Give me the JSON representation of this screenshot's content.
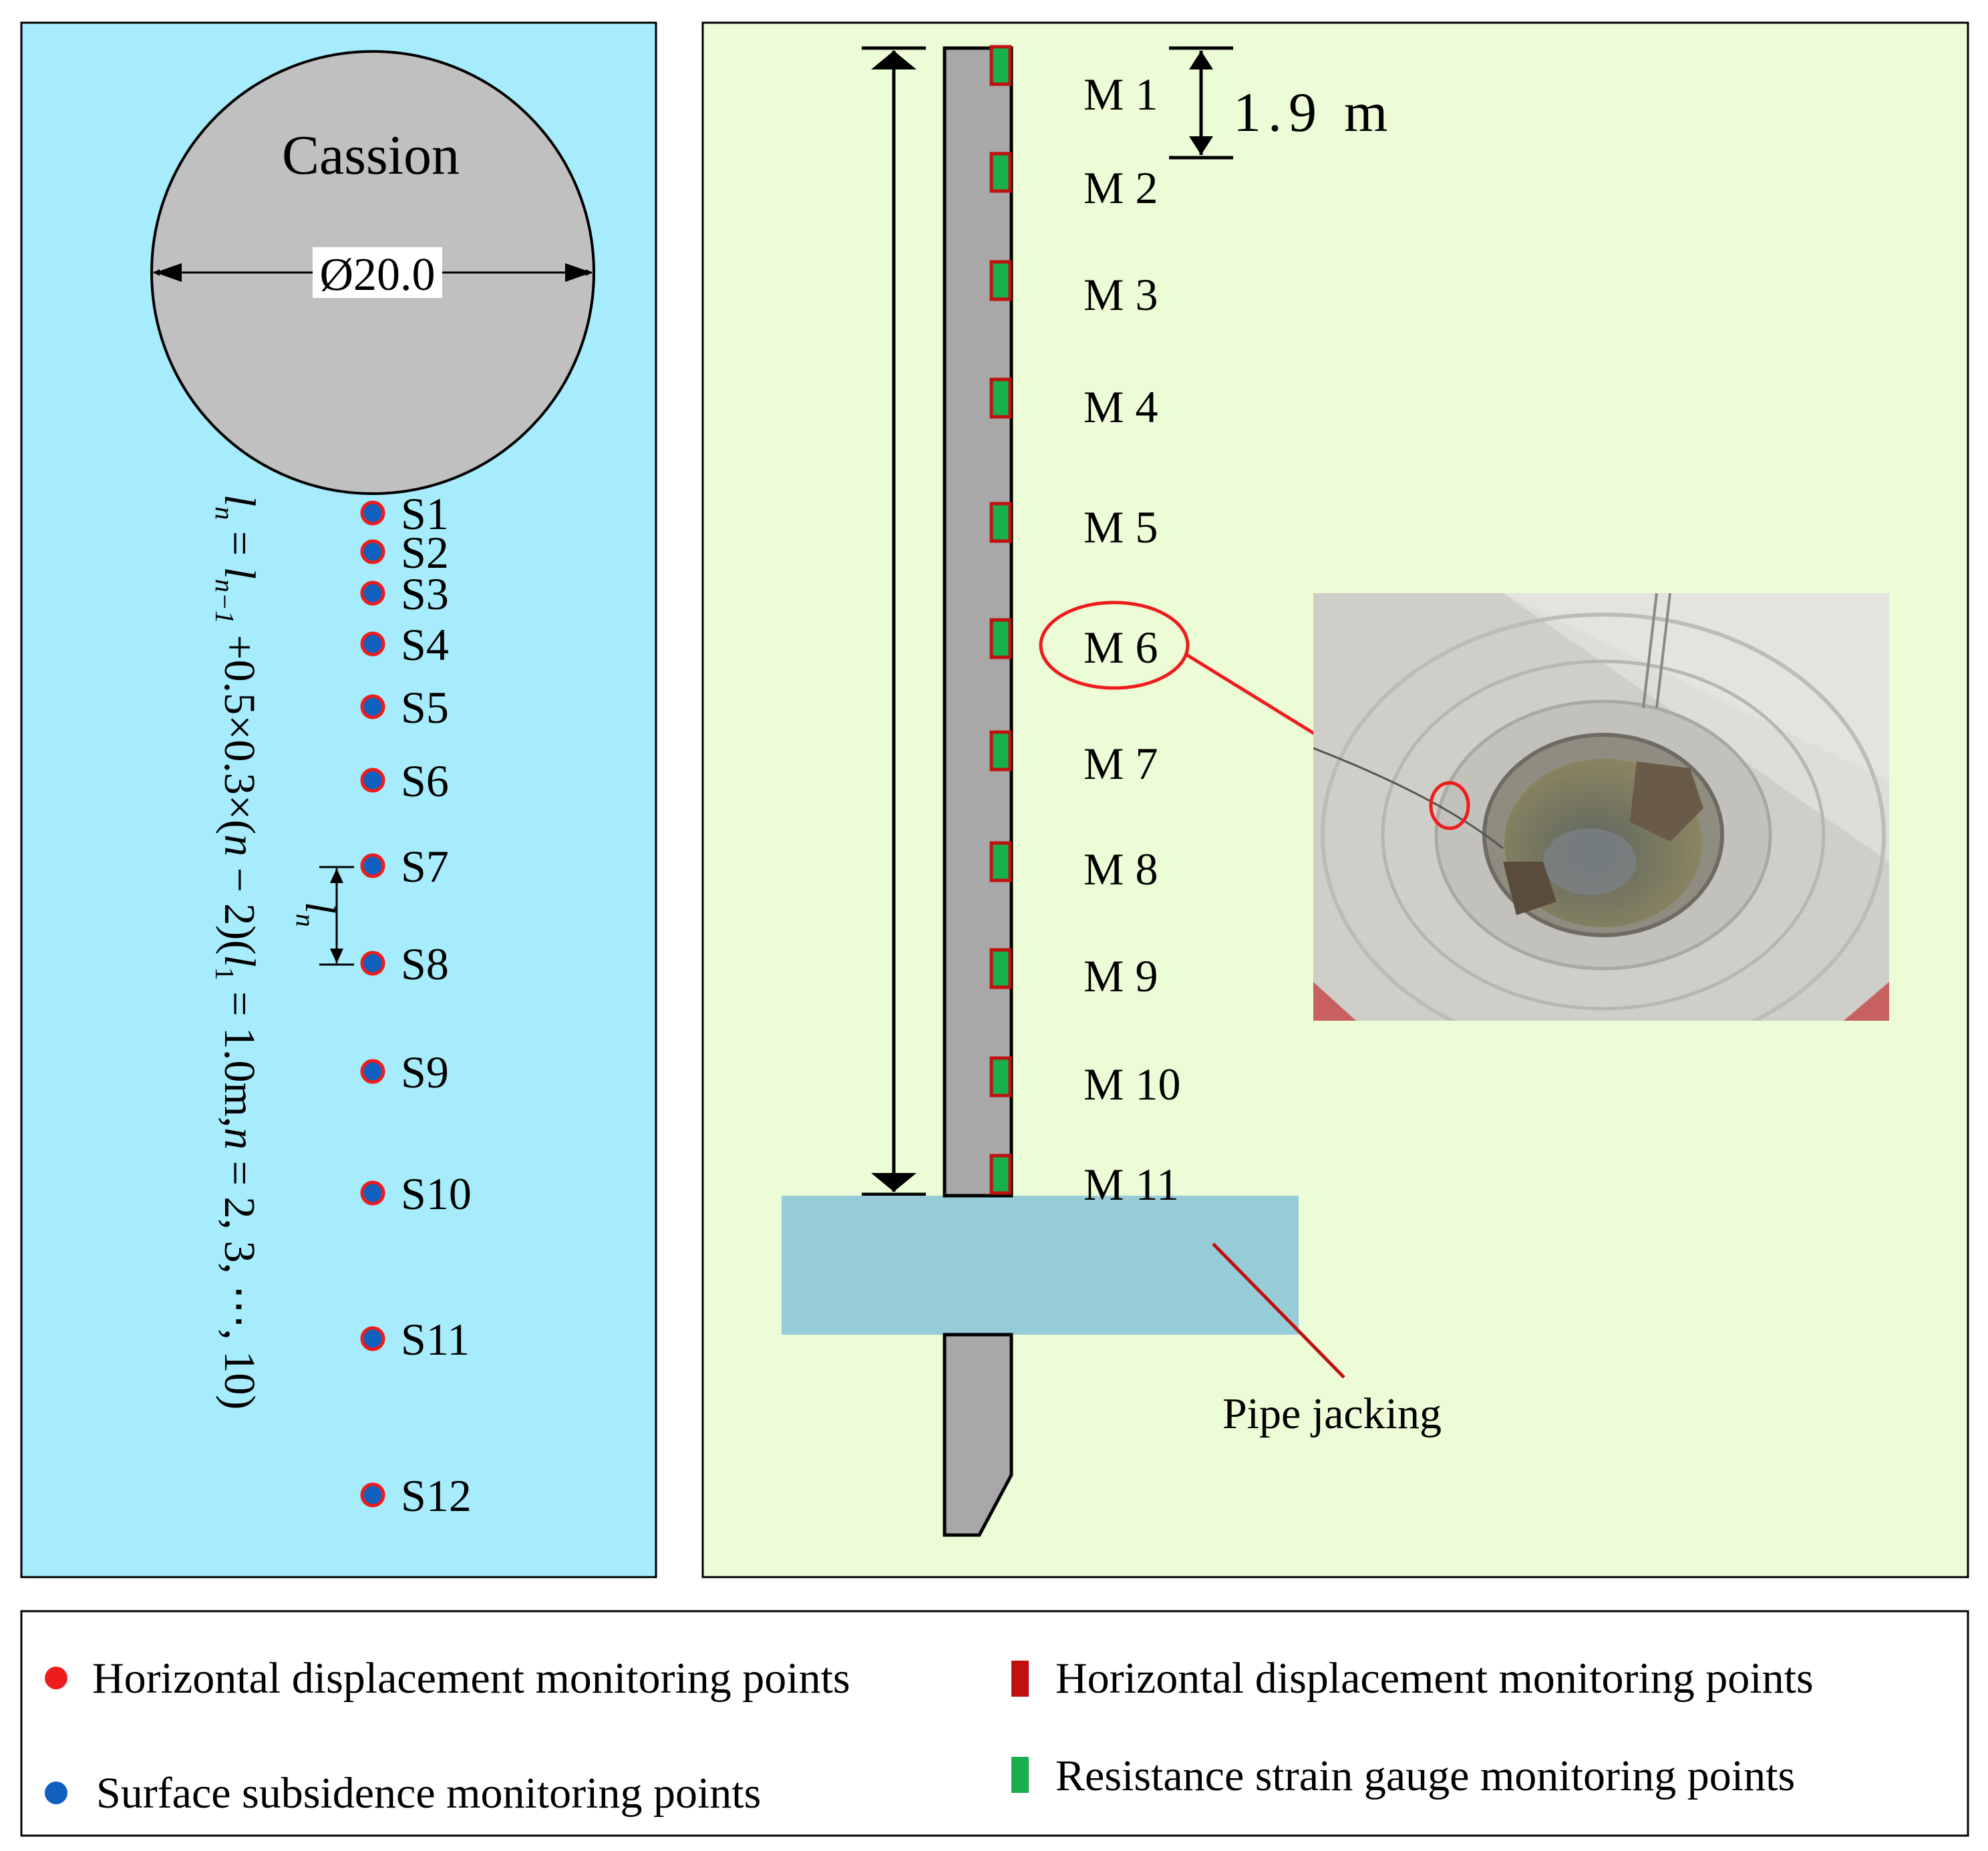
{
  "left_panel": {
    "caisson_label": "Cassion",
    "diameter_label": "Ø20.0",
    "formula": "l_n = l_{n−1} + 0.5×0.3×(n−2)(l_1 = 1.0m, n = 2, 3, ⋯, 10)",
    "formula_parts": {
      "l": "l",
      "n": "n",
      "n_minus_1": "n−1",
      "one": "1",
      "eq_l": " = ",
      "plus_expr": " +0.5×0.3×(",
      "minus_two": " − 2)(",
      "rest_a": " = 1.0m,",
      "rest_b": " = 2, 3, ⋯, 10)"
    },
    "spacing_label_l": "l",
    "spacing_label_n": "n",
    "points": [
      "S1",
      "S2",
      "S3",
      "S4",
      "S5",
      "S6",
      "S7",
      "S8",
      "S9",
      "S10",
      "S11",
      "S12"
    ]
  },
  "right_panel": {
    "spacing_label": "1.9 m",
    "points": [
      "M 1",
      "M 2",
      "M 3",
      "M 4",
      "M 5",
      "M 6",
      "M 7",
      "M 8",
      "M 9",
      "M 10",
      "M 11"
    ],
    "pipe_label": "Pipe jacking"
  },
  "legend": {
    "items": [
      {
        "label": "Horizontal displacement monitoring points",
        "marker": "red-circle"
      },
      {
        "label": "Horizontal displacement monitoring points",
        "marker": "red-square"
      },
      {
        "label": "Surface subsidence monitoring points",
        "marker": "blue-circle"
      },
      {
        "label": "Resistance strain gauge monitoring points",
        "marker": "green-square"
      }
    ]
  },
  "colors": {
    "left_bg": "#a6ecfc",
    "right_bg": "#ebfcd6",
    "caisson_fill": "#c0c0c0",
    "wall_fill": "#a8a8a8",
    "pipe_fill": "#96ccd8",
    "red": "#ee1c1c",
    "blue": "#1060c0",
    "green": "#18b04c",
    "dark_red": "#c01010"
  }
}
